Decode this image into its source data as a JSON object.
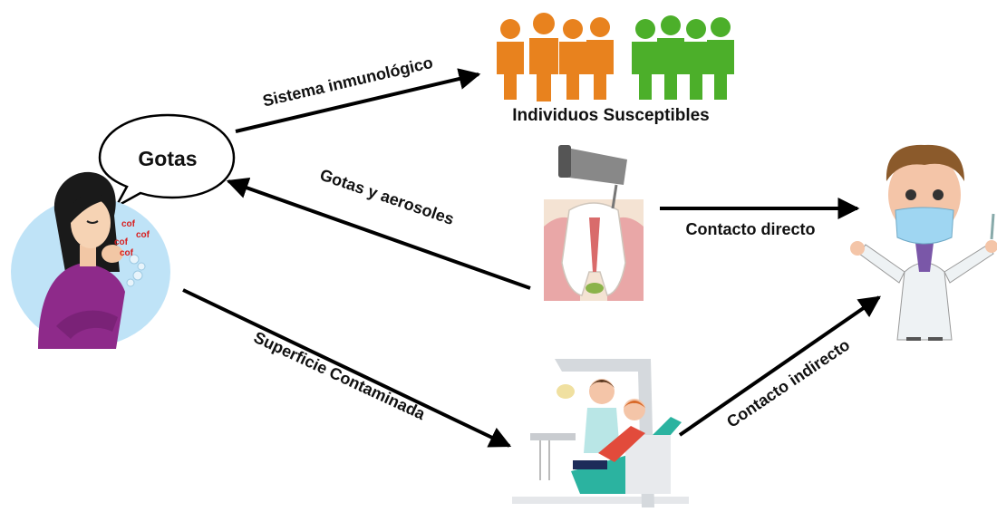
{
  "bubble_text": "Gotas",
  "group_label": "Individuos Susceptibles",
  "edges": {
    "immune": "Sistema inmunológico",
    "aerosols": "Gotas y aerosoles",
    "direct": "Contacto directo",
    "surface": "Superficie Contaminada",
    "indirect": "Contacto indirecto"
  },
  "cough_marks": [
    "cof",
    "cof",
    "cof",
    "cof"
  ],
  "icons": {
    "patient": "coughing-woman-icon",
    "people": "people-group-icon",
    "tooth": "tooth-drill-icon",
    "dentist": "dentist-icon",
    "chair": "dental-chair-icon"
  },
  "colors": {
    "orange_people": "#e8821e",
    "green_people": "#4caf2a",
    "patient_shirt": "#8e2a8a",
    "mask": "#9fd6f2",
    "chair": "#2bb3a0"
  }
}
